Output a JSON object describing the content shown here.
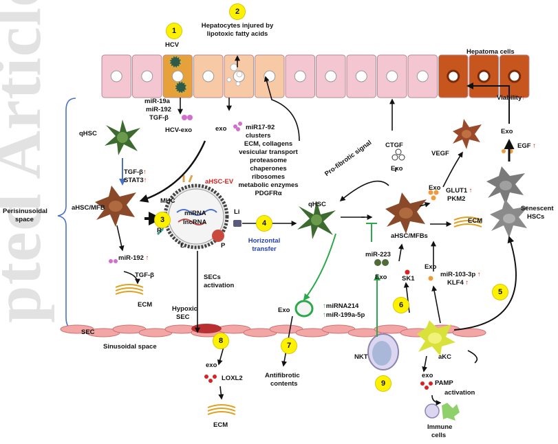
{
  "watermark": "pted Article",
  "numbers": [
    "1",
    "2",
    "3",
    "4",
    "5",
    "6",
    "7",
    "8",
    "9"
  ],
  "labels": {
    "hcv": "HCV",
    "hepatocytes_injured_1": "Hepatocytes injured by",
    "hepatocytes_injured_2": "lipotoxic fatty acids",
    "hepatoma": "Hepatoma cells",
    "mir19a": "miR-19a",
    "mir192_top": "miR-192",
    "tgfb_top": "TGF-β",
    "hcv_exo": "HCV-exo",
    "qhsc_left": "qHSC",
    "exo_left": "exo",
    "mir17_1": "miR17-92",
    "mir17_2": "clusters",
    "tgfb_mid": "TGF-β",
    "stat3": "STAT3",
    "perisinusoidal_1": "Perisinusoidal",
    "perisinusoidal_2": "space",
    "ahsc_mfb": "aHSC/MFB",
    "ahsc_ev": "aHSC-EV",
    "mhc": "MHC",
    "mirna": "miRNA",
    "lncrna": "lncRNA",
    "r": "R",
    "l": "L",
    "p": "P",
    "li": "Li",
    "mir192_bot": "miR-192",
    "tgfb_bot": "TGF-β",
    "ecm_left": "ECM",
    "cargo": [
      "ECM, collagens",
      "vesicular transport",
      "proteasome",
      "chaperones",
      "ribosomes",
      "metabolic enzymes",
      "PDGFRα"
    ],
    "horizontal_1": "Horizontal",
    "horizontal_2": "transfer",
    "profibrotic": "Pro-fibrotic signal",
    "qhsc_center": "qHSC",
    "ctgf": "CTGF",
    "exo_ctgf": "Exo",
    "vegf": "VEGF",
    "exo_glut": "Exo",
    "glut1": "GLUT1",
    "pkm2": "PKM2",
    "ecm_right": "ECM",
    "ahsc_mfbs": "aHSC/MFBs",
    "viability": "Viability",
    "exo_egf": "Exo",
    "egf": "EGF",
    "senescent_1": "Senescent",
    "senescent_2": "HSCs",
    "mir223": "miR-223",
    "exo_mir223": "Exo",
    "sk1": "SK1",
    "exo_mir103": "Exo",
    "mir103": "miR-103-3p",
    "klf4": "KLF4",
    "secs_1": "SECs",
    "secs_2": "activation",
    "hypoxic_1": "Hypoxic",
    "hypoxic_2": "SEC",
    "sec": "SEC",
    "sinusoidal": "Sinusoidal space",
    "exo_center": "Exo",
    "mirna214": "miRNA214",
    "mir199": "miR-199a-5p",
    "antifibrotic_1": "Antifibrotic",
    "antifibrotic_2": "contents",
    "exo_lox": "exo",
    "loxl2": "LOXL2",
    "ecm_bottom": "ECM",
    "nkt": "NKT",
    "akc": "aKC",
    "exo_pamp": "exo",
    "pamp": "PAMP",
    "activation": "activation",
    "immune_1": "Immune",
    "immune_2": "cells",
    "up_arrow": "↑"
  },
  "colors": {
    "hepatocyte": "#f4c6d2",
    "hepatocyte_orange": "#f7c9a4",
    "hcv_cell": "#e6a13a",
    "hepatoma": "#c7561e",
    "hsc_green": "#3d6b2f",
    "ahsc_brown": "#8a4a2a",
    "senescent_grey": "#7a7a7a",
    "sec_pink": "#f2a6a6",
    "badge_yellow": "#fff200",
    "arrow_green": "#2aa84a",
    "bracket_blue": "#4a6fc7"
  }
}
